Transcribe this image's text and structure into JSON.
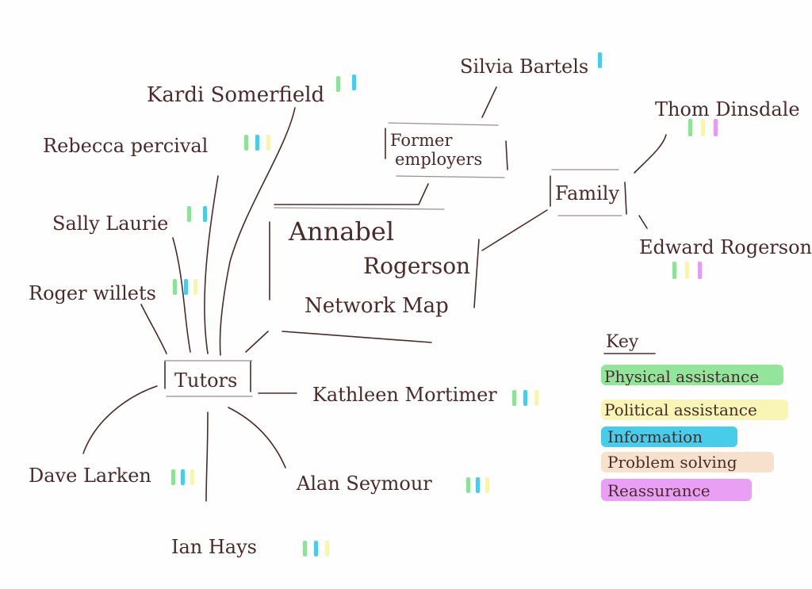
{
  "center": {
    "line1": "Annabel",
    "line2": "Rogerson",
    "line3": "Network Map"
  },
  "groups": {
    "tutors": "Tutors",
    "former_employers": "Former employers",
    "family": "Family"
  },
  "people": [
    {
      "name": "Kardi Somerfield",
      "marks": [
        "physical",
        "information"
      ]
    },
    {
      "name": "Rebecca percival",
      "marks": [
        "physical",
        "information",
        "political"
      ]
    },
    {
      "name": "Sally Laurie",
      "marks": [
        "physical",
        "information"
      ]
    },
    {
      "name": "Roger willets",
      "marks": [
        "physical",
        "information",
        "political"
      ]
    },
    {
      "name": "Kathleen Mortimer",
      "marks": [
        "physical",
        "information",
        "political"
      ]
    },
    {
      "name": "Dave Larken",
      "marks": [
        "physical",
        "information",
        "political"
      ]
    },
    {
      "name": "Alan Seymour",
      "marks": [
        "physical",
        "information",
        "political"
      ]
    },
    {
      "name": "Ian Hays",
      "marks": [
        "physical",
        "information",
        "political"
      ]
    },
    {
      "name": "Silvia Bartels",
      "marks": [
        "information"
      ]
    },
    {
      "name": "Thom Dinsdale",
      "marks": [
        "physical",
        "political",
        "reassurance"
      ]
    },
    {
      "name": "Edward Rogerson",
      "marks": [
        "physical",
        "political",
        "reassurance"
      ]
    }
  ],
  "key": {
    "title": "Key",
    "items": [
      {
        "id": "physical",
        "label": "Physical assistance",
        "color": "#7fe08a"
      },
      {
        "id": "political",
        "label": "Political assistance",
        "color": "#f7f3a8"
      },
      {
        "id": "information",
        "label": "Information",
        "color": "#33c8e8"
      },
      {
        "id": "problem",
        "label": "Problem solving",
        "color": "#f7dcc3"
      },
      {
        "id": "reassurance",
        "label": "Reassurance",
        "color": "#e58ff2"
      }
    ]
  }
}
